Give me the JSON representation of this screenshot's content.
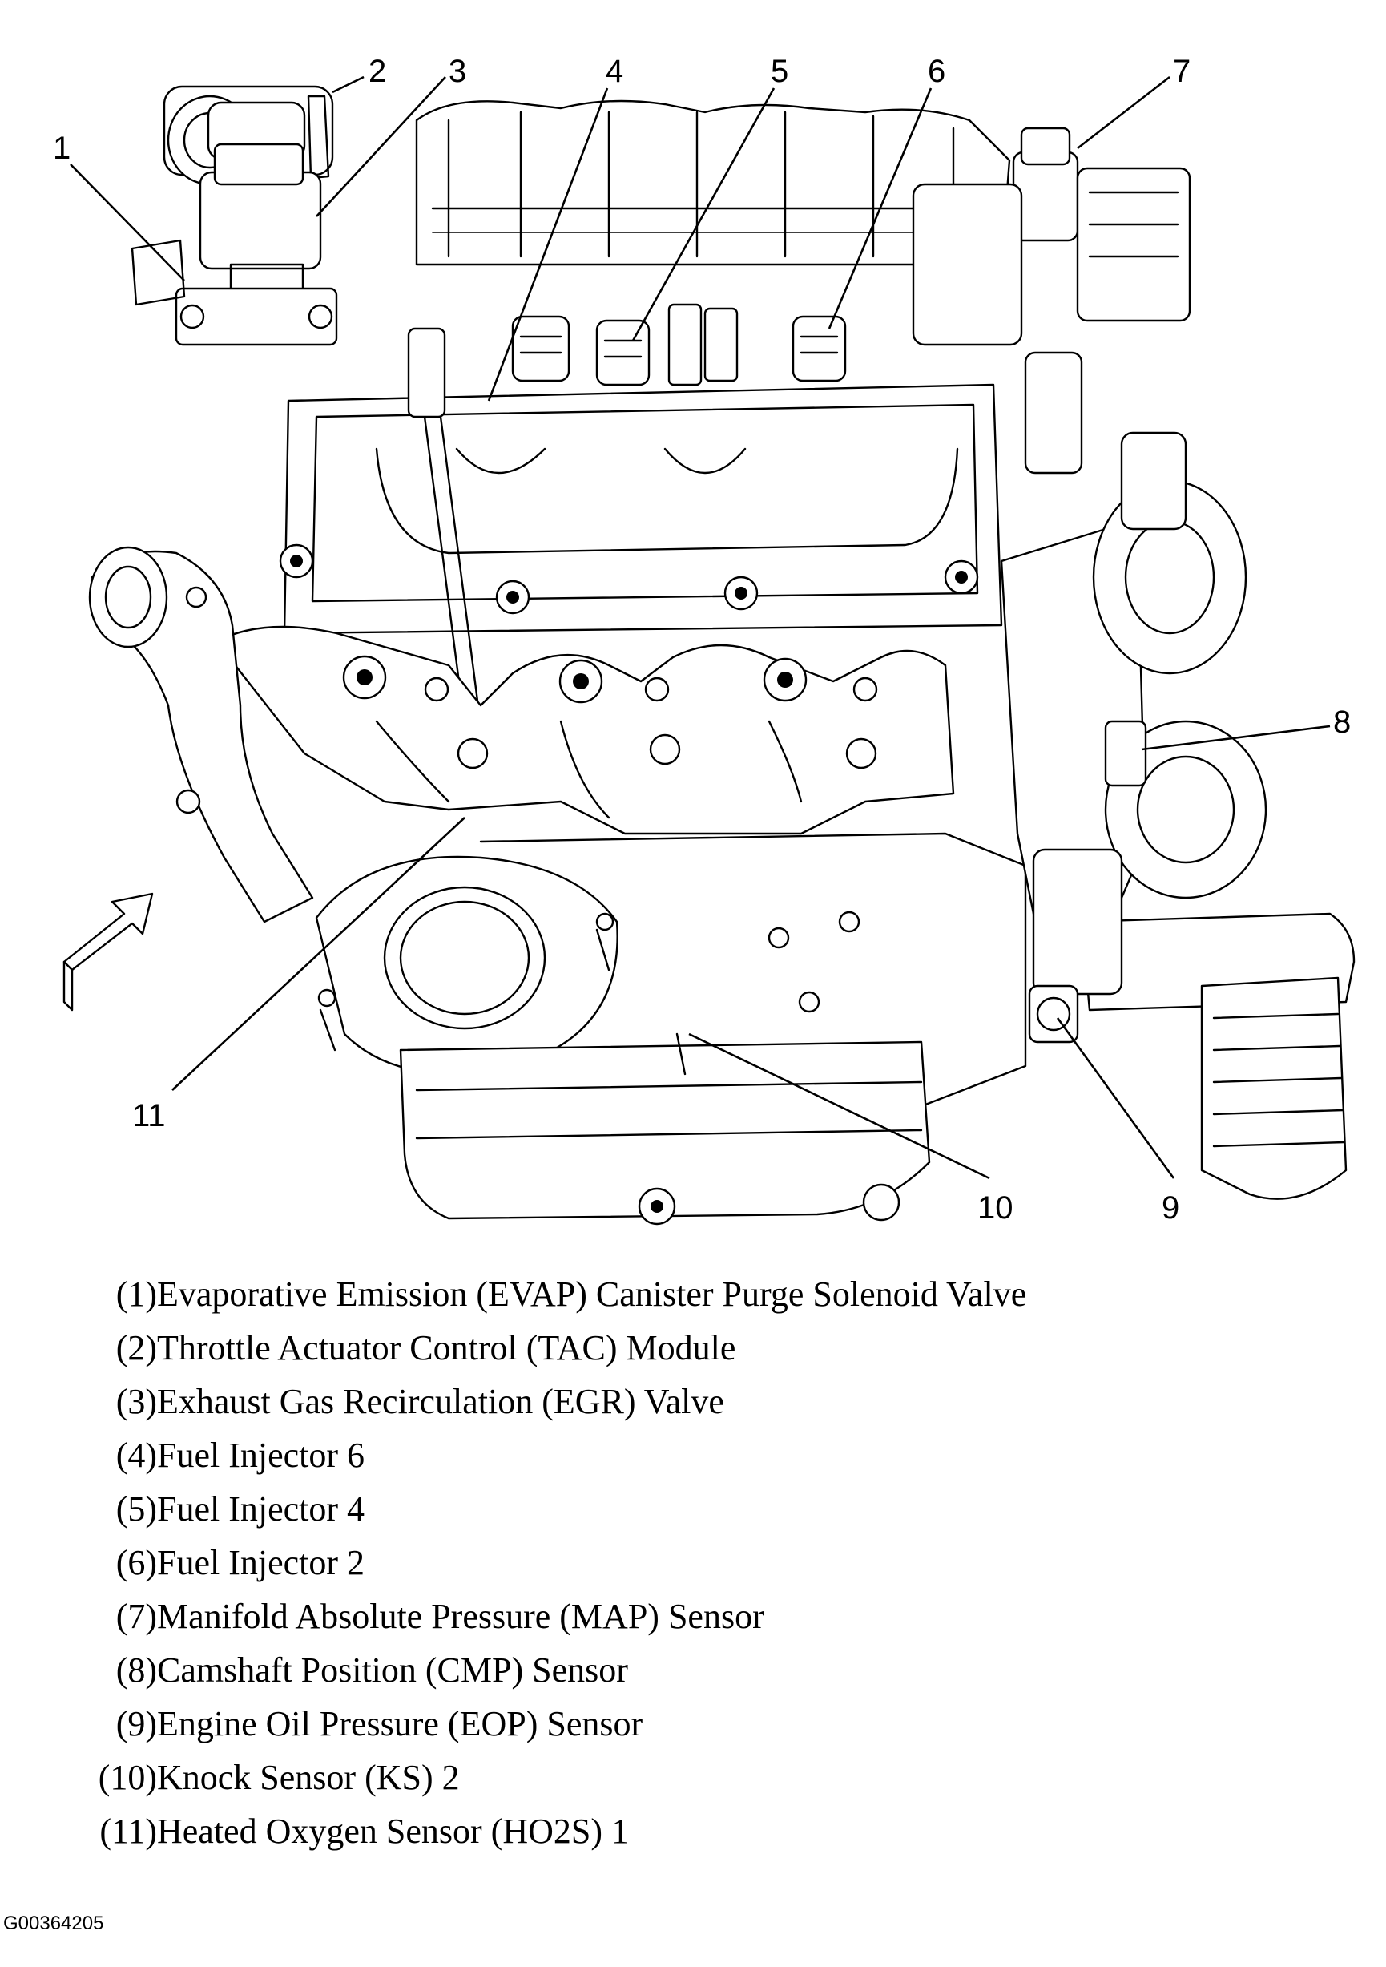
{
  "callouts": [
    "1",
    "2",
    "3",
    "4",
    "5",
    "6",
    "7",
    "8",
    "9",
    "10",
    "11"
  ],
  "legend": [
    {
      "num": "(1)",
      "text": "Evaporative Emission (EVAP) Canister Purge Solenoid Valve"
    },
    {
      "num": "(2)",
      "text": "Throttle Actuator Control (TAC) Module"
    },
    {
      "num": "(3)",
      "text": "Exhaust Gas Recirculation (EGR) Valve"
    },
    {
      "num": "(4)",
      "text": "Fuel Injector 6"
    },
    {
      "num": "(5)",
      "text": "Fuel Injector 4"
    },
    {
      "num": "(6)",
      "text": "Fuel Injector 2"
    },
    {
      "num": "(7)",
      "text": "Manifold Absolute Pressure (MAP) Sensor"
    },
    {
      "num": "(8)",
      "text": "Camshaft Position (CMP) Sensor"
    },
    {
      "num": "(9)",
      "text": "Engine Oil Pressure (EOP) Sensor"
    },
    {
      "num": "(10)",
      "text": "Knock Sensor (KS) 2"
    },
    {
      "num": "(11)",
      "text": "Heated Oxygen Sensor (HO2S) 1"
    }
  ],
  "figure_id": "G00364205"
}
